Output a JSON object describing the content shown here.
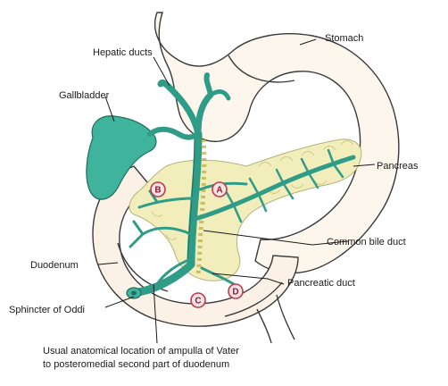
{
  "labels": {
    "stomach": "Stomach",
    "hepatic_ducts": "Hepatic ducts",
    "gallbladder": "Gallbladder",
    "pancreas": "Pancreas",
    "common_bile_duct": "Common bile duct",
    "duodenum": "Duodenum",
    "pancreatic_duct": "Pancreatic duct",
    "sphincter_of_oddi": "Sphincter of Oddi",
    "ampulla_line1": "Usual anatomical location of ampulla of Vater",
    "ampulla_line2": "to posteromedial second part of duodenum"
  },
  "markers": {
    "a": "A",
    "b": "B",
    "c": "C",
    "d": "D"
  },
  "colors": {
    "duct_green": "#3fb39b",
    "pancreas_yellow": "#f2eebb",
    "stomach_fill": "#fdf6ec",
    "marker_red": "#c0394b"
  }
}
